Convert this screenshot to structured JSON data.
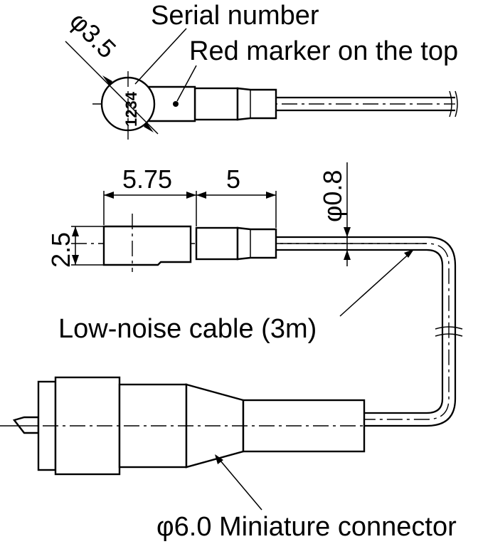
{
  "labels": {
    "serial_number": "Serial number",
    "red_marker": "Red marker on the top",
    "cable": "Low-noise cable (3m)",
    "connector": "φ6.0 Miniature connector",
    "serial_text": "1234"
  },
  "dimensions": {
    "head_diameter": "φ3.5",
    "length_a": "5.75",
    "length_b": "5",
    "height": "2.5",
    "cable_diameter": "φ0.8"
  }
}
